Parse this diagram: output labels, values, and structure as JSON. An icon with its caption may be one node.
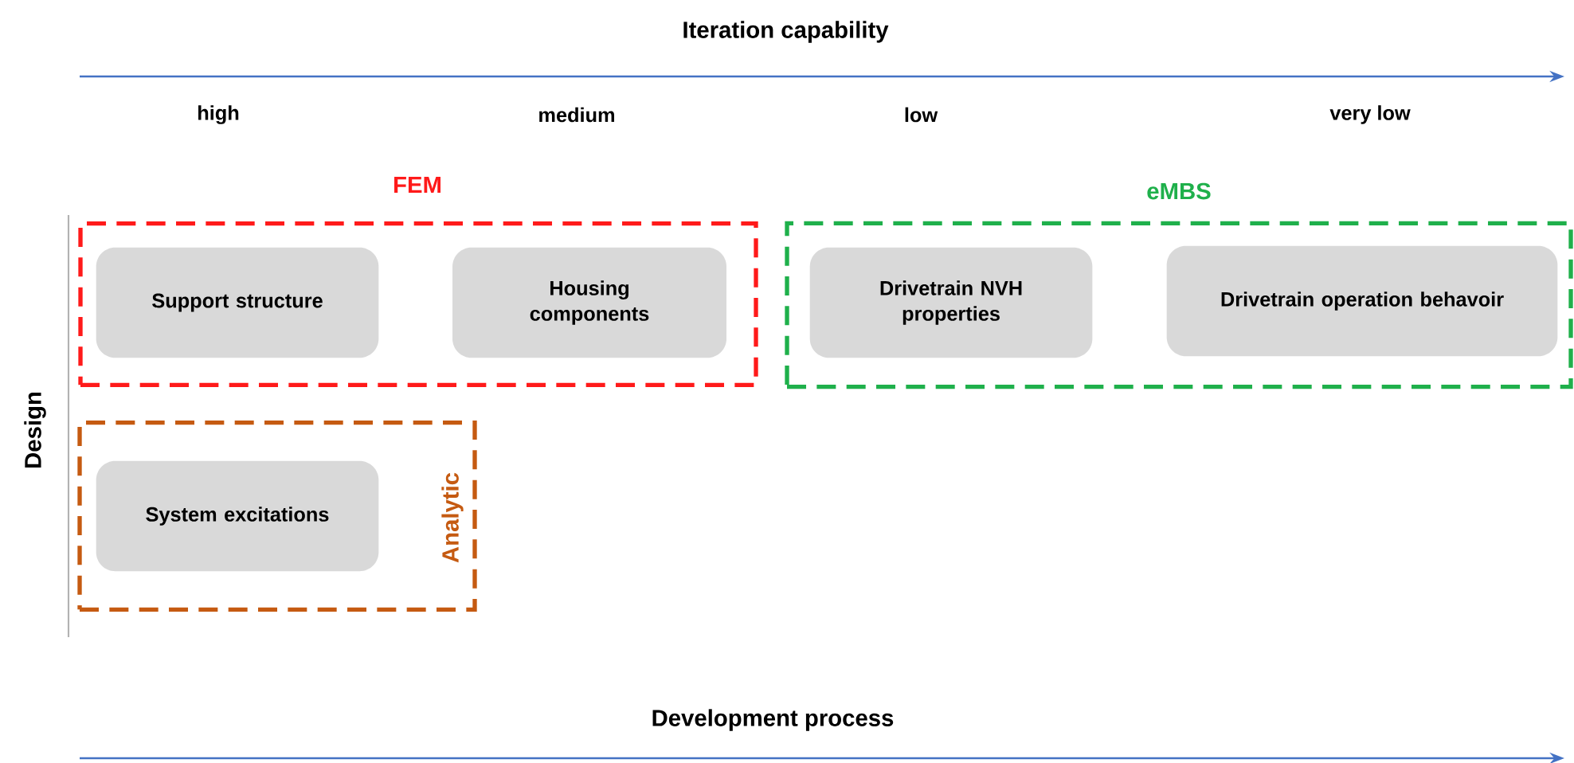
{
  "diagram": {
    "nodes": [
      {
        "text": [
          "FEM"
        ]
      },
      {
        "text": [
          "Support structure"
        ],
        "in": 0
      },
      {
        "text": [
          "Housing components"
        ],
        "in": 0
      },
      {
        "text": [
          "eMBS"
        ]
      },
      {
        "text": [
          "Drivetrain NVH properties"
        ],
        "in": 3
      },
      {
        "text": [
          "Drivetrain operation behavoir"
        ],
        "in": 3
      },
      {
        "text": [
          "Analytic"
        ]
      },
      {
        "text": [
          "System excitations"
        ],
        "in": 6
      }
    ],
    "labels": [
      "Iteration capability",
      "high",
      "medium",
      "low",
      "very low",
      "Design",
      "Development process"
    ]
  }
}
